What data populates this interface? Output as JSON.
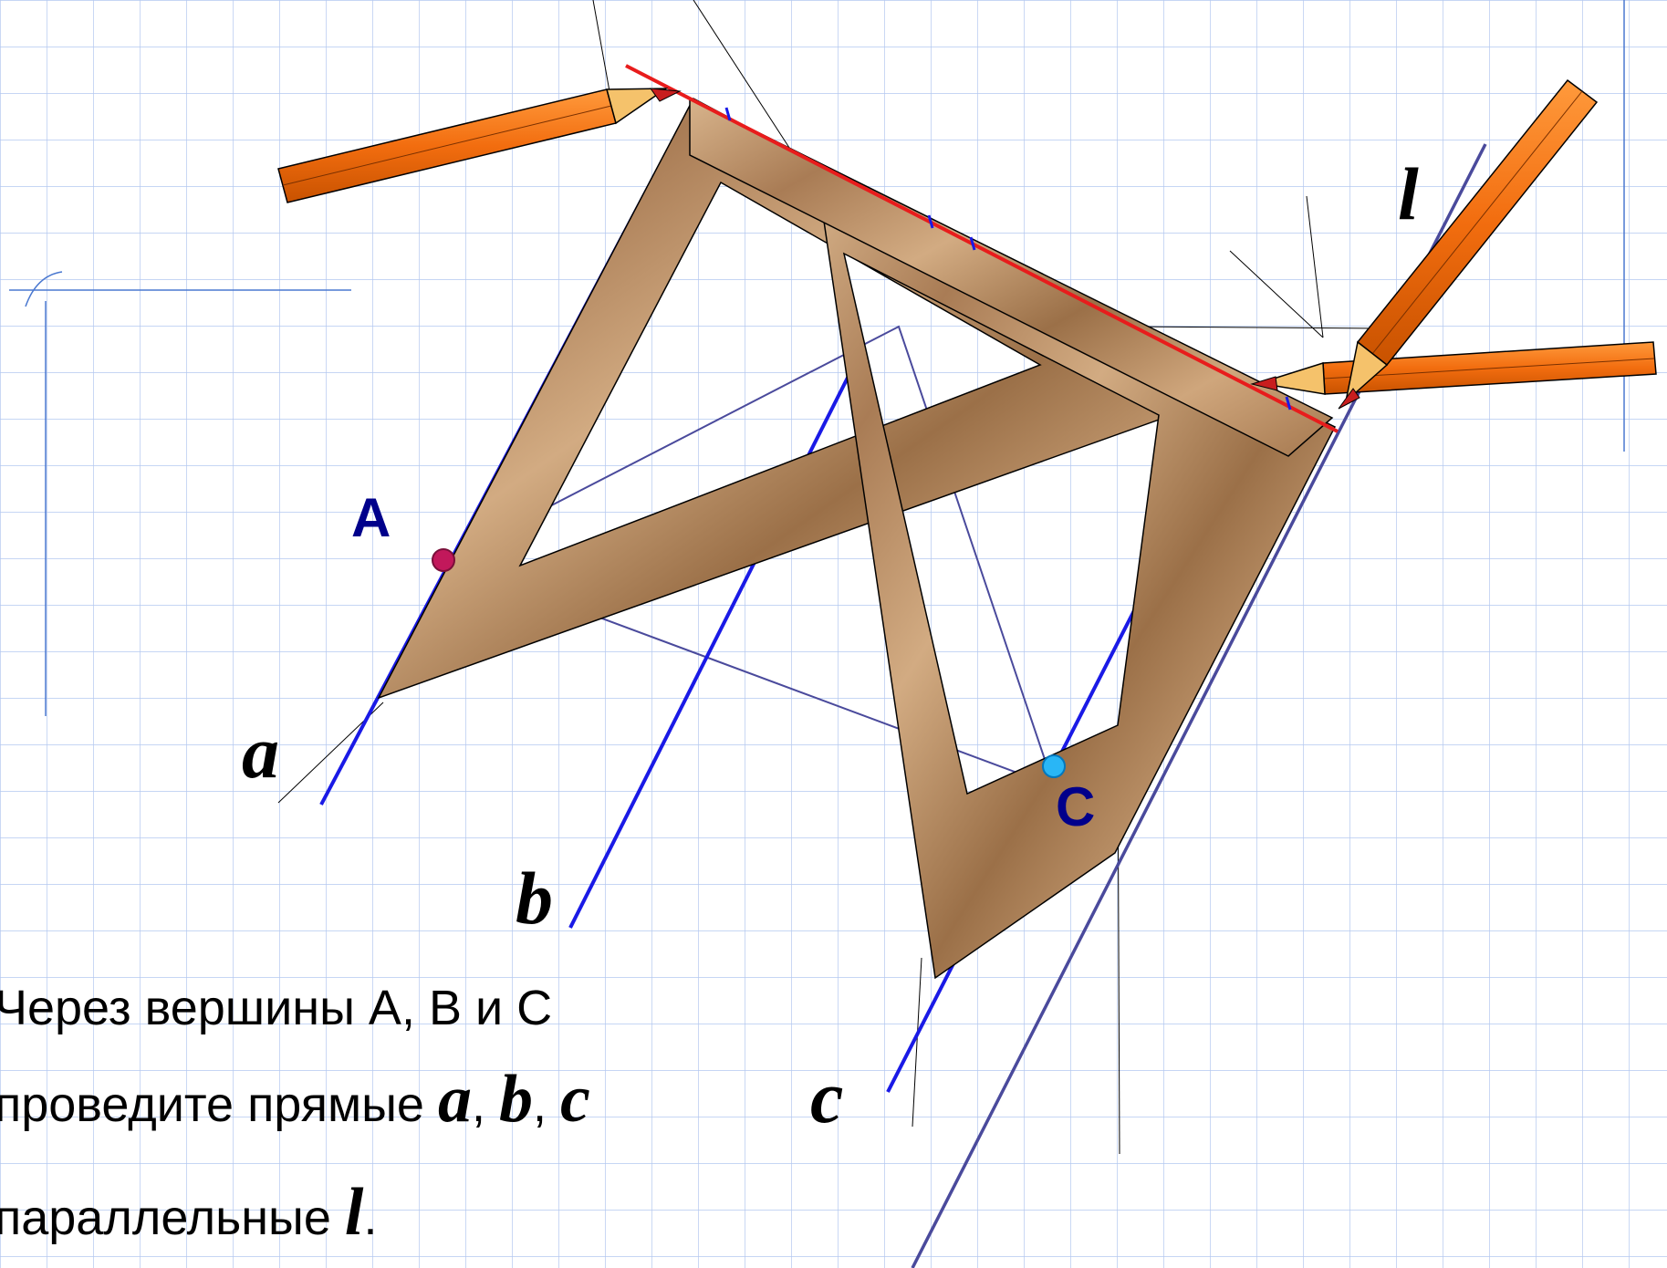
{
  "colors": {
    "grid": "#b4c8f0",
    "parallel_line": "#1a1ae6",
    "line_l": "#4a4a9c",
    "ruler_edge": "#e81c1c",
    "wood_light": "#c9a47c",
    "wood_dark": "#8c6440",
    "pencil_body": "#f26d0f",
    "vertex_A": "#c2185b",
    "vertex_C": "#29b6f6",
    "label": "#00008b"
  },
  "icons": [
    "pencil-icon",
    "set-square-icon"
  ],
  "labels": {
    "line_a": "a",
    "line_b": "b",
    "line_c": "c",
    "line_l": "l",
    "vertex_A": "A",
    "vertex_C": "C"
  },
  "task": {
    "line1": "Через вершины A, B и C",
    "line2_prefix": "проведите прямые ",
    "var_a": "a",
    "comma1": ", ",
    "var_b": "b",
    "comma2": ", ",
    "var_c": "c",
    "line3_prefix": "параллельные ",
    "var_l": "l",
    "line3_suffix": "."
  }
}
